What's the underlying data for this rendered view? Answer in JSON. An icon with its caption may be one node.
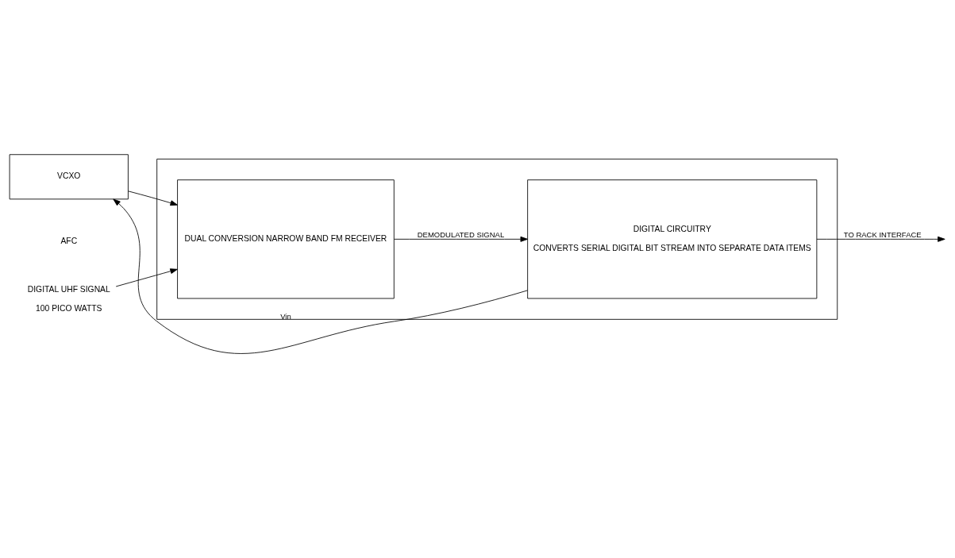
{
  "diagram": {
    "nodes": [
      {
        "text": [
          "VCXO"
        ]
      },
      {
        "text": [],
        "shape": "box"
      },
      {
        "text": [
          "DIGITAL UHF SIGNAL",
          "100 PICO WATTS"
        ]
      },
      {
        "text": [
          "DUAL CONVERSION NARROW BAND FM RECEIVER"
        ],
        "in": 1
      },
      {
        "text": [
          "DIGITAL CIRCUITRY",
          "CONVERTS SERIAL DIGITAL BIT STREAM INTO SEPARATE DATA ITEMS"
        ],
        "in": 1
      }
    ],
    "edges": [
      {
        "from": 0,
        "to": 3,
        "arrow": "to"
      },
      {
        "from": 4,
        "to": 0,
        "arrow": "to",
        "label": "Vin"
      },
      {
        "from": 2,
        "to": 3,
        "arrow": "to"
      },
      {
        "from": 3,
        "to": 4,
        "arrow": "to",
        "label": "DEMODULATED SIGNAL"
      },
      {
        "from": 4,
        "to": null,
        "arrow": "to",
        "label": "TO RACK INTERFACE"
      }
    ],
    "labels": [
      "AFC"
    ]
  }
}
